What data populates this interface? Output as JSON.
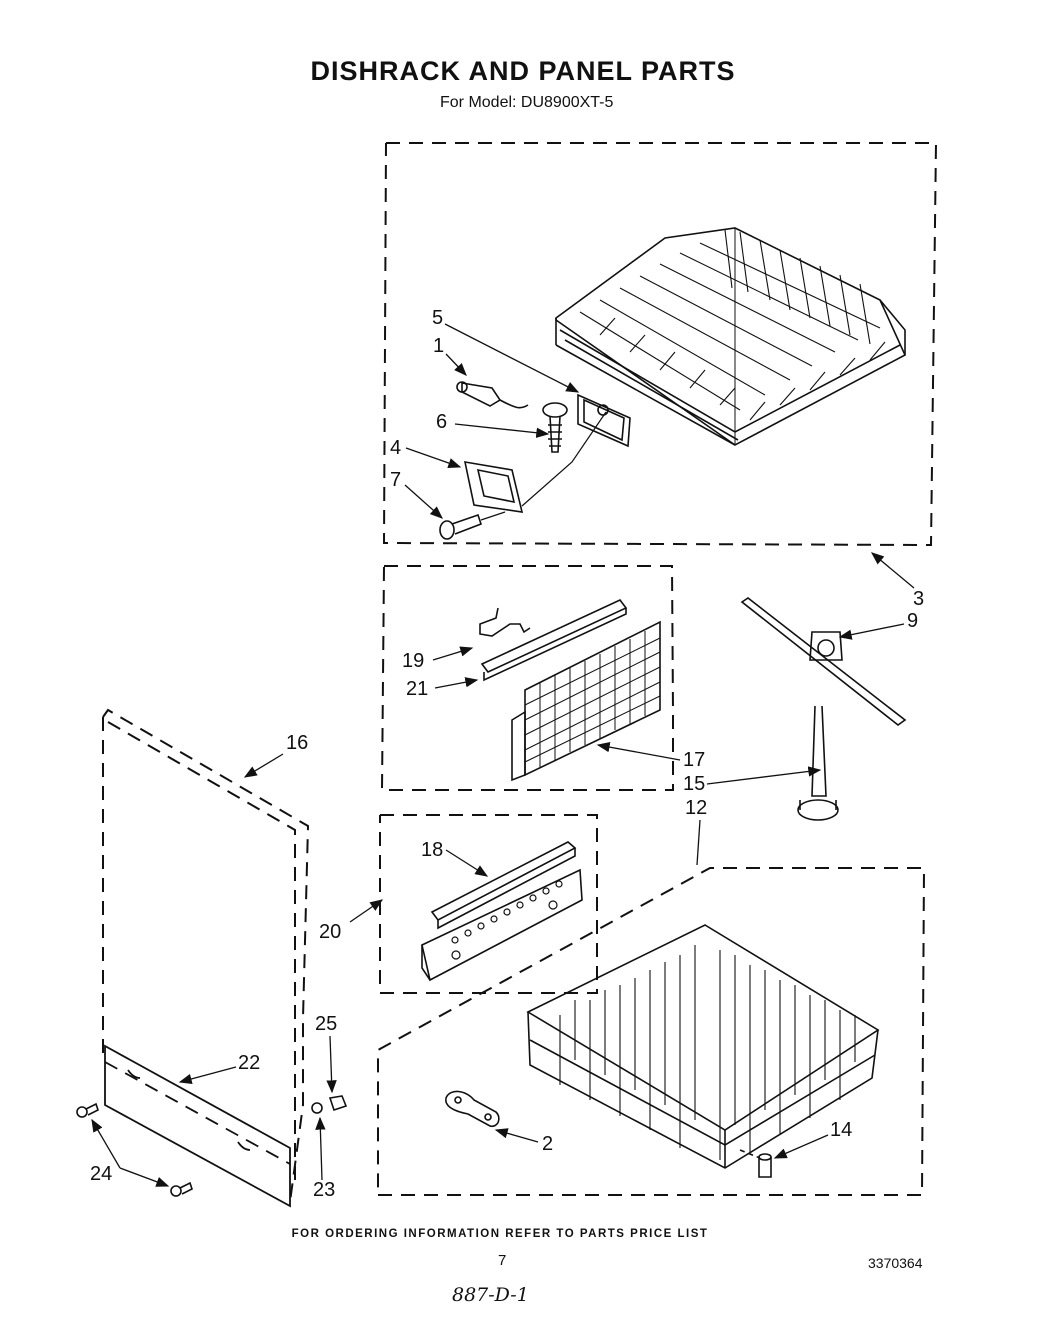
{
  "title": "DISHRACK AND PANEL PARTS",
  "subtitle": "For Model: DU8900XT-5",
  "footer": "FOR ORDERING INFORMATION REFER TO PARTS PRICE LIST",
  "page_number": "7",
  "document_number": "3370364",
  "handwritten_note": "887-D-1",
  "callouts": {
    "c1": "1",
    "c2": "2",
    "c3": "3",
    "c4": "4",
    "c5": "5",
    "c6": "6",
    "c7": "7",
    "c9": "9",
    "c12": "12",
    "c14": "14",
    "c15": "15",
    "c16": "16",
    "c17": "17",
    "c18": "18",
    "c19": "19",
    "c20": "20",
    "c21": "21",
    "c22": "22",
    "c23": "23",
    "c24": "24",
    "c25": "25"
  }
}
